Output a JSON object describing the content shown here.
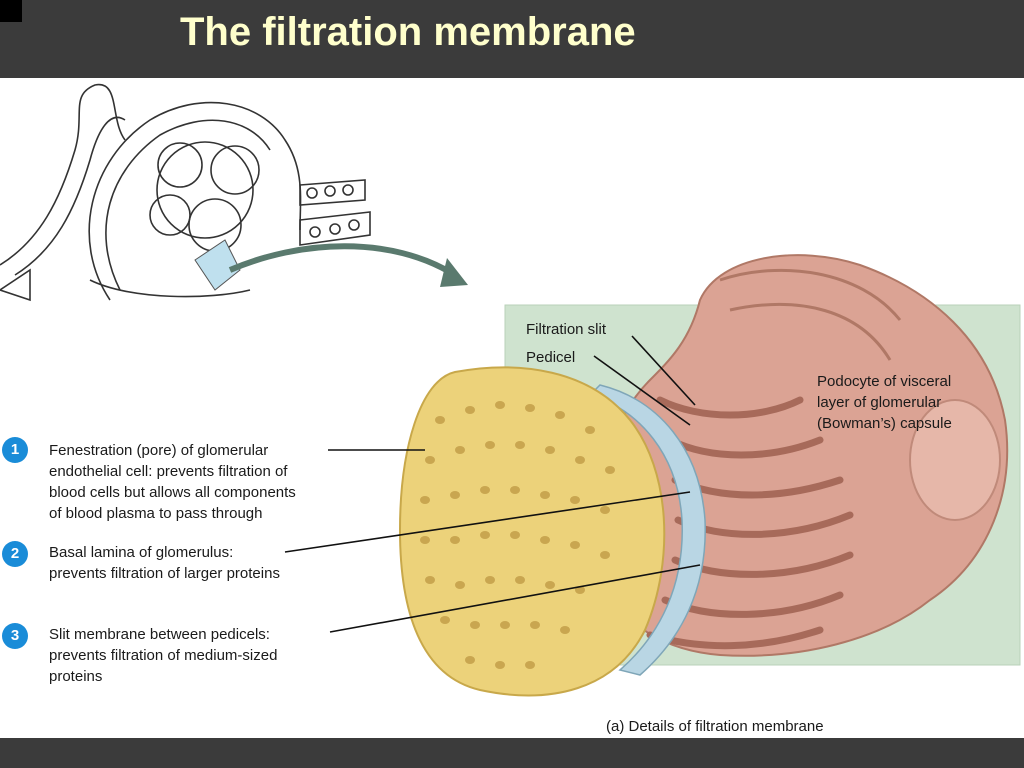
{
  "title": "The filtration membrane",
  "caption": "(a) Details of filtration membrane",
  "labels": {
    "filtration_slit": "Filtration slit",
    "pedicel": "Pedicel",
    "podocyte": "Podocyte of visceral\nlayer of glomerular\n(Bowman’s) capsule"
  },
  "items": [
    {
      "number": "1",
      "text": "Fenestration (pore) of glomerular\nendothelial cell: prevents filtration of\nblood cells but allows all components\nof blood plasma to pass through"
    },
    {
      "number": "2",
      "text": "Basal lamina of glomerulus:\nprevents filtration of larger proteins"
    },
    {
      "number": "3",
      "text": "Slit membrane between pedicels:\nprevents filtration of medium-sized\nproteins"
    }
  ],
  "colors": {
    "header_bg": "#3b3b3b",
    "title_text": "#ffffcc",
    "badge": "#1a8cd8",
    "backdrop_green": "#cfe3cf",
    "endothelium": "#ecd27a",
    "podocyte": "#dba394",
    "basal_lamina": "#b9d6e4"
  }
}
